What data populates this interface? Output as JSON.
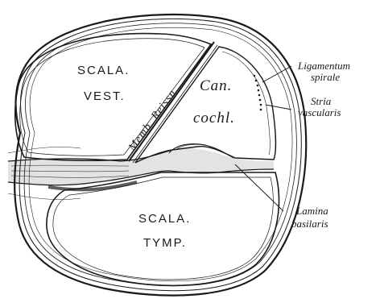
{
  "labels": {
    "scala_vest_1": "SCALA.",
    "scala_vest_2": "VEST.",
    "memb_reissn": "Memb. Reissn.",
    "can_1": "Can.",
    "can_2": "cochl.",
    "ligamentum_1": "Ligamentum",
    "ligamentum_2": "spirale",
    "stria_1": "Stria",
    "stria_2": "vascularis",
    "scala_tymp_1": "SCALA.",
    "scala_tymp_2": "TYMP.",
    "lamina_1": "Lamina",
    "lamina_2": "basilaris"
  },
  "colors": {
    "ink": "#1a1a1a",
    "paper": "#ffffff"
  }
}
